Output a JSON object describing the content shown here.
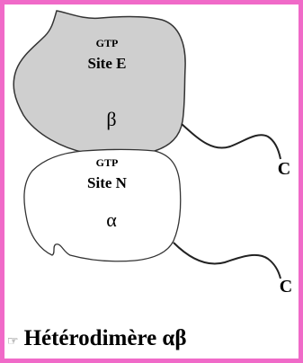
{
  "subunits": [
    {
      "gtp_label": "GTP",
      "site_label": "Site E",
      "greek": "β",
      "fill": "#cfcfcf"
    },
    {
      "gtp_label": "GTP",
      "site_label": "Site N",
      "greek": "α",
      "fill": "#ffffff"
    }
  ],
  "c_terminals": [
    "C",
    "C"
  ],
  "caption": {
    "bullet_icon": "pointing-hand-icon",
    "text": "Hétérodimère αβ"
  },
  "colors": {
    "border": "#f06ac8",
    "beta_fill": "#cfcfcf",
    "alpha_fill": "#ffffff",
    "stroke": "#333333"
  }
}
